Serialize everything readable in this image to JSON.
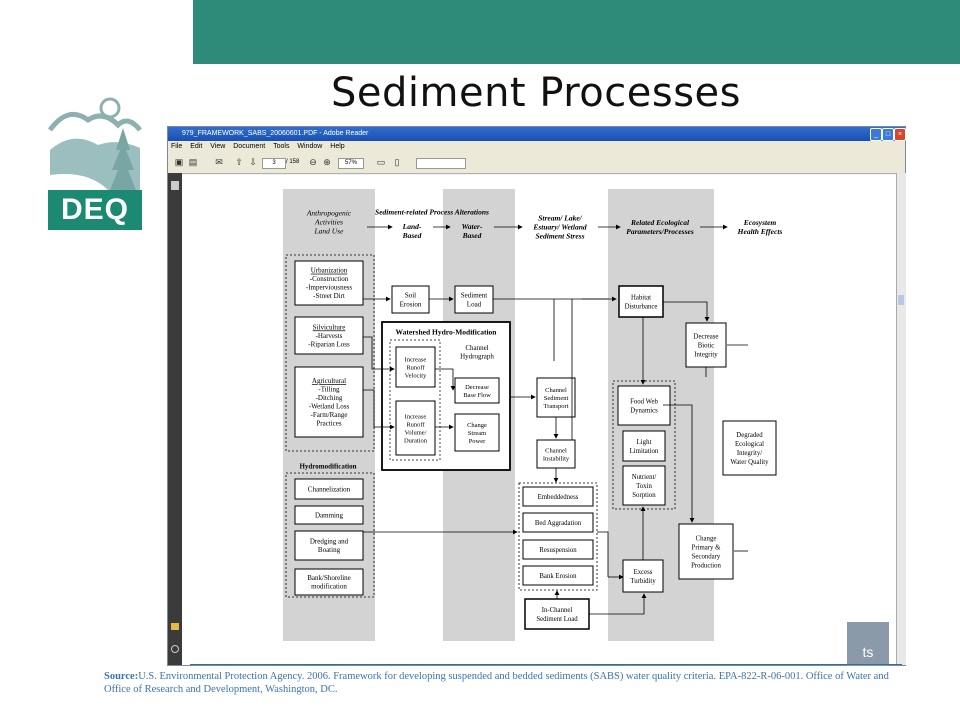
{
  "slide": {
    "title": "Sediment Processes",
    "logo_text": "DEQ",
    "source_label": "Source:",
    "source_text": "U.S. Environmental Protection Agency. 2006. Framework for developing suspended and bedded sediments (SABS) water quality criteria.  EPA-822-R-06-001. Office of Water and Office of Research and Development, Washington, DC.",
    "corner_badge": "ts"
  },
  "window": {
    "title": "979_FRAMEWORK_SABS_20060601.PDF - Adobe Reader",
    "menu": [
      "File",
      "Edit",
      "View",
      "Document",
      "Tools",
      "Window",
      "Help"
    ],
    "page_number": "3",
    "page_total": "/ 158",
    "zoom": "57%"
  },
  "diagram": {
    "headers": {
      "col1": [
        "Anthropogenic",
        "Activities",
        "Land Use"
      ],
      "col2a": [
        "Sediment-related Process Alterations"
      ],
      "col2b": [
        "Land-",
        "Based"
      ],
      "col2c": [
        "Water-",
        "Based"
      ],
      "col3": [
        "Stream/ Lake/",
        "Estuary/ Wetland",
        "Sediment Stress"
      ],
      "col4": [
        "Related Ecological",
        "Parameters/Processes"
      ],
      "col5": [
        "Ecosystem",
        "Health Effects"
      ]
    },
    "land_use_boxes": [
      [
        "Urbanization",
        "-Construction",
        "-Imperviousness",
        "-Street Dirt"
      ],
      [
        "Silviculture",
        "-Harvests",
        "-Riparian Loss"
      ],
      [
        "Agricultural",
        "-Tilling",
        "-Ditching",
        "-Wetland Loss",
        "-Farm/Range",
        "Practices"
      ]
    ],
    "hydromod_header": "Hydromodification",
    "hydromod_boxes": [
      [
        "Channelization"
      ],
      [
        "Damming"
      ],
      [
        "Dredging and",
        "Boating"
      ],
      [
        "Bank/Shoreline",
        "modification"
      ]
    ],
    "soil_erosion": [
      "Soil",
      "Erosion"
    ],
    "sediment_load": [
      "Sediment",
      "Load"
    ],
    "watershed_header": "Watershed Hydro-Modification",
    "channel_hydrograph": [
      "Channel",
      "Hydrograph"
    ],
    "increase_runoff_velocity": [
      "Increase",
      "Runoff",
      "Velocity"
    ],
    "increase_runoff_volume": [
      "Increase",
      "Runoff",
      "Volume/",
      "Duration"
    ],
    "decrease_base_flow": [
      "Decrease",
      "Base Flow"
    ],
    "change_stream_power": [
      "Change",
      "Stream",
      "Power"
    ],
    "channel_sediment_transport": [
      "Channel",
      "Sediment",
      "Transport"
    ],
    "channel_instability": [
      "Channel",
      "Instability"
    ],
    "stress_boxes": [
      [
        "Embeddedness"
      ],
      [
        "Bed Aggradation"
      ],
      [
        "Resuspension"
      ],
      [
        "Bank Erosion"
      ]
    ],
    "in_channel_load": [
      "In-Channel",
      "Sediment Load"
    ],
    "habitat_disturbance": [
      "Habitat",
      "Disturbance"
    ],
    "decrease_biotic": [
      "Decrease",
      "Biotic",
      "Integrity"
    ],
    "eco_boxes": [
      [
        "Food Web",
        "Dynamics"
      ],
      [
        "Light",
        "Limitation"
      ],
      [
        "Nutrient/",
        "Toxin",
        "Sorption"
      ]
    ],
    "excess_turbidity": [
      "Excess",
      "Turbidity"
    ],
    "change_production": [
      "Change",
      "Primary &",
      "Secondary",
      "Production"
    ],
    "degraded": [
      "Degraded",
      "Ecological",
      "Integrity/",
      "Water Quality"
    ]
  }
}
